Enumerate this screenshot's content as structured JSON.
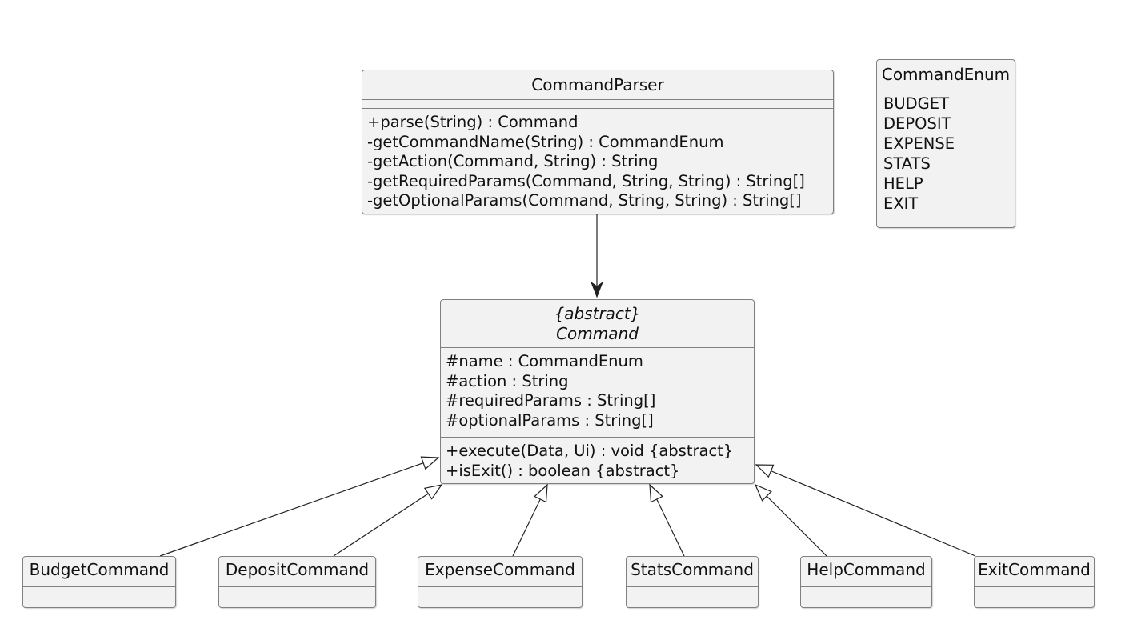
{
  "diagram": {
    "type": "uml-class-diagram",
    "classes": {
      "command_parser": {
        "title": "CommandParser",
        "methods": [
          "+parse(String) : Command",
          "-getCommandName(String) : CommandEnum",
          "-getAction(Command, String) : String",
          "-getRequiredParams(Command, String, String) : String[]",
          "-getOptionalParams(Command, String, String) : String[]"
        ]
      },
      "command_enum": {
        "title": "CommandEnum",
        "values": [
          "BUDGET",
          "DEPOSIT",
          "EXPENSE",
          "STATS",
          "HELP",
          "EXIT"
        ]
      },
      "command": {
        "stereotype": "{abstract}",
        "title": "Command",
        "attributes": [
          "#name : CommandEnum",
          "#action : String",
          "#requiredParams : String[]",
          "#optionalParams : String[]"
        ],
        "methods": [
          "+execute(Data, Ui) : void {abstract}",
          "+isExit() : boolean {abstract}"
        ]
      },
      "budget_command": {
        "title": "BudgetCommand"
      },
      "deposit_command": {
        "title": "DepositCommand"
      },
      "expense_command": {
        "title": "ExpenseCommand"
      },
      "stats_command": {
        "title": "StatsCommand"
      },
      "help_command": {
        "title": "HelpCommand"
      },
      "exit_command": {
        "title": "ExitCommand"
      }
    },
    "relationships": [
      {
        "from": "CommandParser",
        "to": "Command",
        "type": "directed-association"
      },
      {
        "from": "BudgetCommand",
        "to": "Command",
        "type": "generalization"
      },
      {
        "from": "DepositCommand",
        "to": "Command",
        "type": "generalization"
      },
      {
        "from": "ExpenseCommand",
        "to": "Command",
        "type": "generalization"
      },
      {
        "from": "StatsCommand",
        "to": "Command",
        "type": "generalization"
      },
      {
        "from": "HelpCommand",
        "to": "Command",
        "type": "generalization"
      },
      {
        "from": "ExitCommand",
        "to": "Command",
        "type": "generalization"
      }
    ],
    "colors": {
      "box_fill": "#f2f2f2",
      "box_border": "#808080",
      "line": "#222222",
      "text": "#111111",
      "background": "#ffffff"
    }
  }
}
